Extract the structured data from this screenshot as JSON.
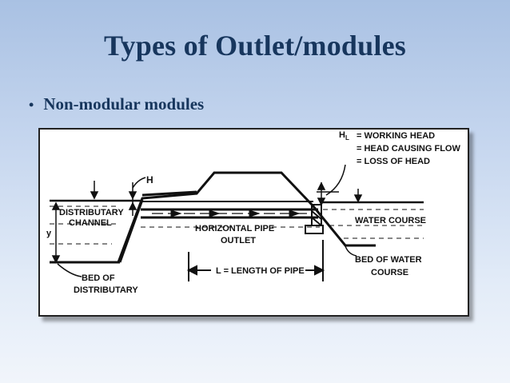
{
  "slide": {
    "title": "Types of Outlet/modules",
    "bullet": "Non-modular modules",
    "bullet_marker": "•"
  },
  "diagram": {
    "legend": {
      "symbol": "H",
      "subscript": "L",
      "line1": "= WORKING HEAD",
      "line2": "= HEAD CAUSING FLOW",
      "line3": "= LOSS OF HEAD"
    },
    "labels": {
      "H": "H",
      "distributary": "DISTRIBUTARY",
      "channel": "CHANNEL",
      "y": "y",
      "horizontal_pipe": "HORIZONTAL PIPE",
      "outlet": "OUTLET",
      "length_of_pipe": "L = LENGTH OF PIPE",
      "bed_of": "BED OF",
      "distributary_bed": "DISTRIBUTARY",
      "water_course": "WATER COURSE",
      "bed_of_water": "BED OF WATER",
      "course": "COURSE"
    }
  }
}
